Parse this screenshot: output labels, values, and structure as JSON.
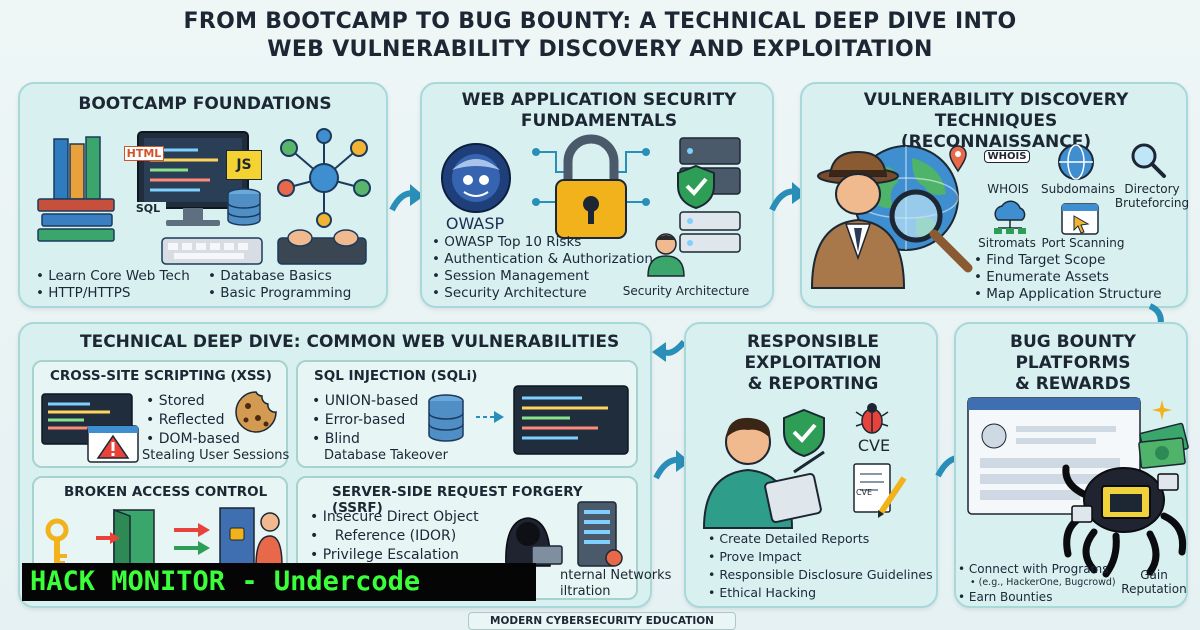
{
  "title": {
    "line1": "FROM BOOTCAMP TO BUG BOUNTY: A TECHNICAL DEEP DIVE INTO",
    "line2": "WEB VULNERABILITY DISCOVERY AND EXPLOITATION"
  },
  "bootcamp": {
    "title": "BOOTCAMP FOUNDATIONS",
    "icon_labels": {
      "html": "HTML",
      "js": "JS",
      "sql": "SQL"
    },
    "bullets_left": [
      "Learn Core Web Tech",
      "HTTP/HTTPS"
    ],
    "bullets_right": [
      "Database Basics",
      "Basic Programming"
    ]
  },
  "websec": {
    "title_line1": "WEB APPLICATION SECURITY",
    "title_line2": "FUNDAMENTALS",
    "owasp_label": "OWASP",
    "bullets": [
      "OWASP Top 10 Risks",
      "Authentication & Authorization",
      "Session Management",
      "Security Architecture"
    ],
    "arch_label": "Security Architecture"
  },
  "recon": {
    "title_line1": "VULNERABILITY DISCOVERY TECHNIQUES",
    "title_line2": "(RECONNAISSANCE)",
    "whois_badge": "WHOIS",
    "labels": {
      "whois": "WHOIS",
      "subdomains": "Subdomains",
      "directory1": "Directory",
      "directory2": "Bruteforcing",
      "sitromats": "Sitromats",
      "port": "Port Scanning"
    },
    "bullets": [
      "Find Target Scope",
      "Enumerate Assets",
      "Map Application Structure"
    ]
  },
  "deepdive": {
    "title": "TECHNICAL DEEP DIVE: COMMON WEB VULNERABILITIES",
    "xss": {
      "title": "CROSS-SITE SCRIPTING (XSS)",
      "bullets": [
        "Stored",
        "Reflected",
        "DOM-based"
      ],
      "caption": "Stealing User Sessions"
    },
    "sqli": {
      "title": "SQL INJECTION (SQLi)",
      "bullets": [
        "UNION-based",
        "Error-based",
        "Blind"
      ],
      "caption": "Database Takeover"
    },
    "bac": {
      "title": "BROKEN ACCESS CONTROL"
    },
    "ssrf": {
      "title": "SERVER-SIDE REQUEST FORGERY (SSRF)",
      "bullets": [
        "Insecure Direct Object",
        "Reference (IDOR)",
        "Privilege Escalation"
      ],
      "caption1": "nternal Networks",
      "caption2": "iltration"
    }
  },
  "exploit": {
    "title_line1": "RESPONSIBLE",
    "title_line2": "EXPLOITATION",
    "title_line3": "& REPORTING",
    "cve": "CVE",
    "doc_label": "CVE",
    "bullets": [
      "Create Detailed Reports",
      "Prove Impact",
      "Responsible Disclosure Guidelines",
      "Ethical Hacking"
    ]
  },
  "bounty": {
    "title_line1": "BUG BOUNTY",
    "title_line2": "PLATFORMS",
    "title_line3": "& REWARDS",
    "bullets": [
      "Connect with Programs",
      "Earn Bounties"
    ],
    "sub_note": "(e.g., HackerOne, Bugcrowd)",
    "side1": "Gain",
    "side2": "Reputation"
  },
  "banner": "HACK MONITOR - Undercode",
  "footer": "MODERN CYBERSECURITY EDUCATION",
  "colors": {
    "panel_bg": "#d8f0f0",
    "panel_border": "#a9d8da",
    "arrow": "#2a8fb8",
    "banner_text": "#3cff3c",
    "banner_bg": "#050505",
    "lock": "#f2b21b",
    "shield": "#2e9e57"
  },
  "icons": [
    "books-icon",
    "monitor-icon",
    "keyboard-icon",
    "database-icon",
    "network-icon",
    "owasp-logo-icon",
    "padlock-icon",
    "shield-icon",
    "server-icon",
    "user-icon",
    "detective-icon",
    "globe-icon",
    "magnifier-icon",
    "cookie-icon",
    "warning-icon",
    "door-icon",
    "key-icon",
    "hacker-icon",
    "bug-icon",
    "report-icon",
    "money-icon",
    "octopus-hacker-icon"
  ]
}
